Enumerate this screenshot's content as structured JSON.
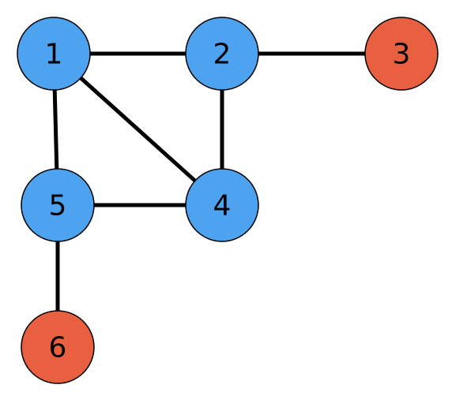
{
  "graph": {
    "colors": {
      "blue_node": "#4da3f0",
      "red_node": "#e8603f",
      "edge": "#000000"
    },
    "nodes": [
      {
        "id": "1",
        "label": "1",
        "color": "blue_node"
      },
      {
        "id": "2",
        "label": "2",
        "color": "blue_node"
      },
      {
        "id": "3",
        "label": "3",
        "color": "red_node"
      },
      {
        "id": "4",
        "label": "4",
        "color": "blue_node"
      },
      {
        "id": "5",
        "label": "5",
        "color": "blue_node"
      },
      {
        "id": "6",
        "label": "6",
        "color": "red_node"
      }
    ],
    "edges": [
      [
        "1",
        "2"
      ],
      [
        "2",
        "3"
      ],
      [
        "1",
        "5"
      ],
      [
        "1",
        "4"
      ],
      [
        "2",
        "4"
      ],
      [
        "5",
        "4"
      ],
      [
        "5",
        "6"
      ]
    ]
  }
}
